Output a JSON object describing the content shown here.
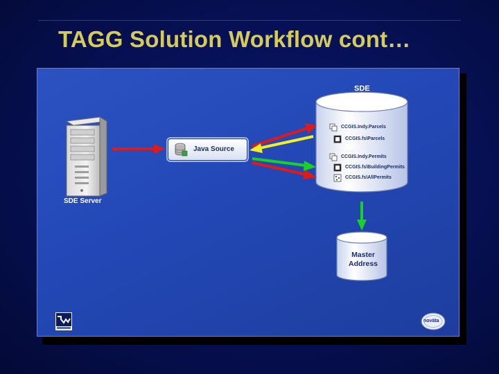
{
  "slide": {
    "title": "TAGG Solution Workflow cont…"
  },
  "diagram": {
    "sde_label": "SDE",
    "server_label": "SDE Server",
    "java_source_label": "Java Source",
    "master_address_lines": [
      "Master",
      "Address"
    ],
    "sde_items": [
      "CCGIS.Indy.Parcels",
      "CCGIS.fs\\Parcels",
      "CCGIS.Indy.Permits",
      "CCGIS.fs\\BuildingPermits",
      "CCGIS.fs\\AllPermits"
    ],
    "logo_right_text": "noväta",
    "colors": {
      "arrow_red": "#e01919",
      "arrow_yellow": "#f2ef23",
      "arrow_green": "#19d126",
      "panel_blue": "#2348b6",
      "title_gold": "#d6cb5a"
    }
  }
}
